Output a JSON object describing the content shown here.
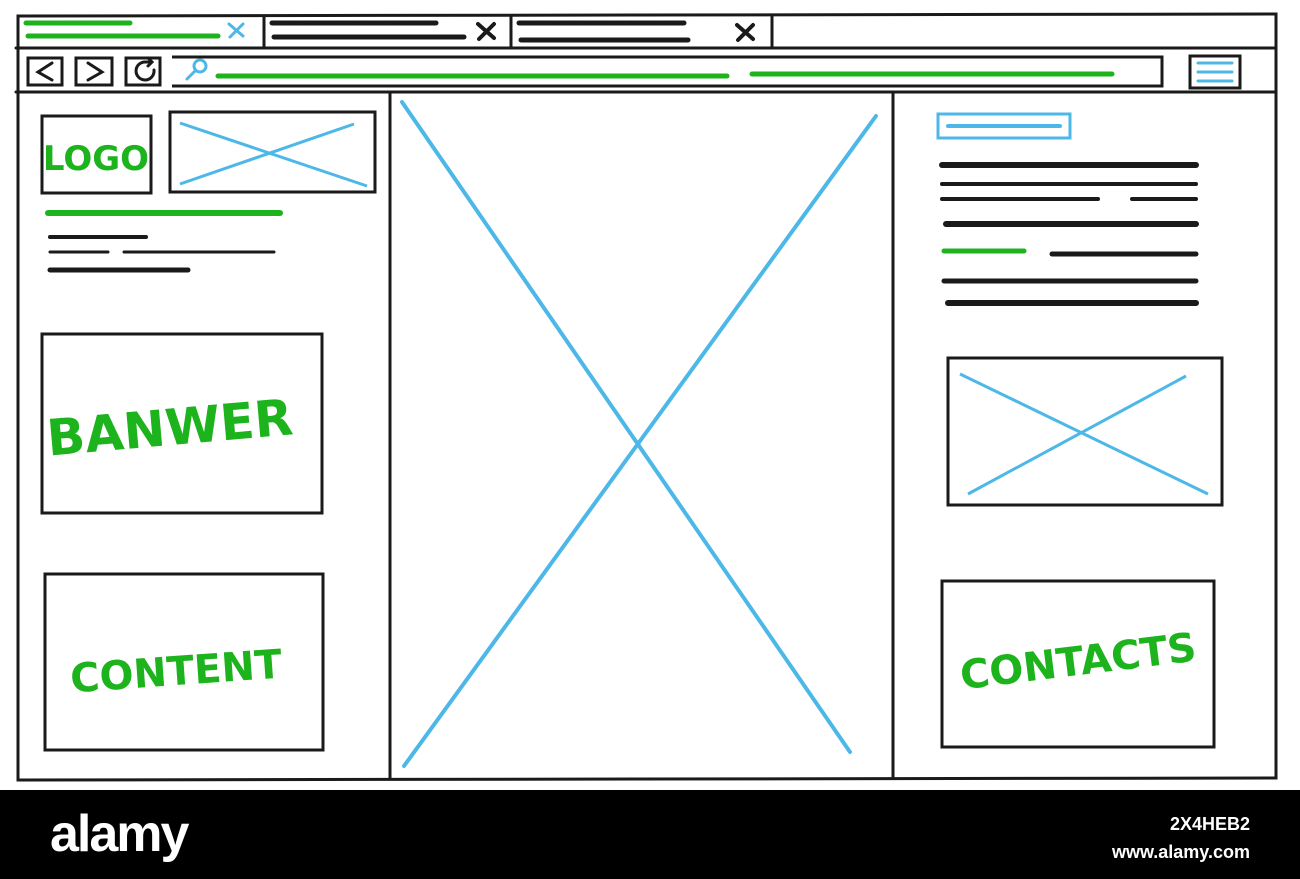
{
  "colors": {
    "ink": "#1a1a1a",
    "green": "#1db31d",
    "blue": "#4db8e8",
    "footer_bg": "#000000",
    "footer_text": "#ffffff"
  },
  "browser": {
    "tabs": [
      {
        "close_icon": "close-icon",
        "active": true
      },
      {
        "close_icon": "close-icon",
        "active": false
      },
      {
        "close_icon": "close-icon",
        "active": false
      }
    ],
    "nav_icons": [
      "back-arrow-icon",
      "forward-arrow-icon",
      "reload-icon"
    ],
    "search_icon": "search-icon",
    "menu_icon": "hamburger-menu-icon"
  },
  "left_panel": {
    "logo_label": "LOGO",
    "banner_label": "BANWER",
    "content_label": "CONTENT"
  },
  "right_panel": {
    "contacts_label": "CONTACTS"
  },
  "footer": {
    "brand": "alamy",
    "image_id": "2X4HEB2",
    "url": "www.alamy.com"
  }
}
